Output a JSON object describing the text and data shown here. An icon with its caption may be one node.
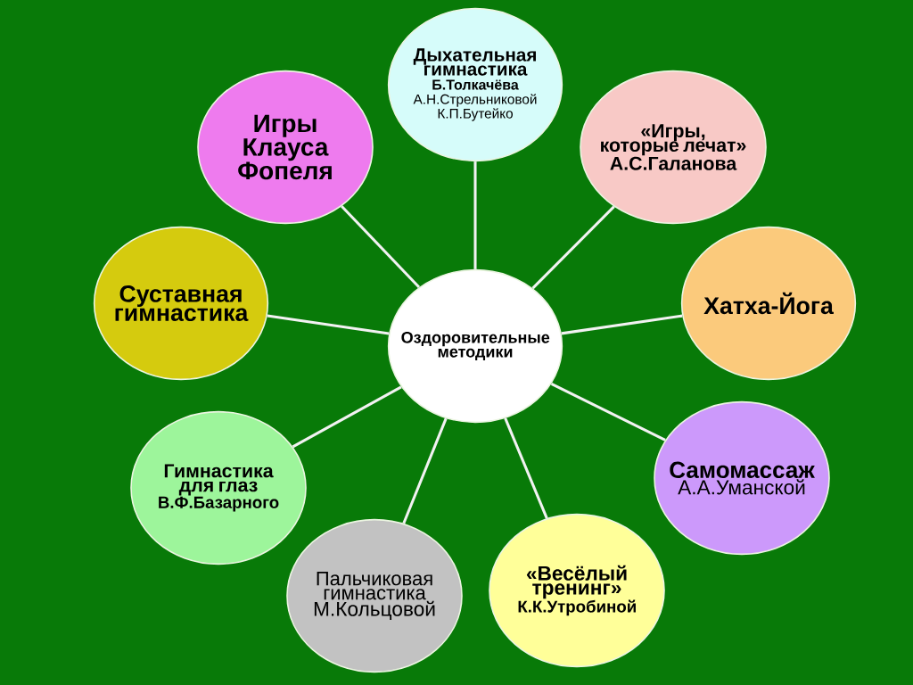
{
  "diagram": {
    "nodes": [
      {
        "text": [
          "Оздоровительные методики"
        ]
      },
      {
        "text": [
          "Дыхательная гимнастика",
          "Б.Толкачёва",
          "А.Н.Стрельниковой К.П.Бутейко"
        ]
      },
      {
        "text": [
          "Игры Клауса Фопеля"
        ]
      },
      {
        "text": [
          "«Игры, которые лечат»",
          "А.С.Галанова"
        ]
      },
      {
        "text": [
          "Суставная гимнастика"
        ]
      },
      {
        "text": [
          "Хатха-Йога"
        ]
      },
      {
        "text": [
          "Гимнастика для глаз",
          "В.Ф.Базарного"
        ]
      },
      {
        "text": [
          "Самомассаж",
          "А.А.Уманской"
        ]
      },
      {
        "text": [
          "Пальчиковая гимнастика",
          "М.Кольцовой"
        ]
      },
      {
        "text": [
          "«Весёлый тренинг»",
          "К.К.Утробиной"
        ]
      }
    ],
    "edges": [
      {
        "from": 0,
        "to": 1,
        "arrow": "none"
      },
      {
        "from": 0,
        "to": 2,
        "arrow": "none"
      },
      {
        "from": 0,
        "to": 3,
        "arrow": "none"
      },
      {
        "from": 0,
        "to": 4,
        "arrow": "none"
      },
      {
        "from": 0,
        "to": 5,
        "arrow": "none"
      },
      {
        "from": 0,
        "to": 6,
        "arrow": "none"
      },
      {
        "from": 0,
        "to": 7,
        "arrow": "none"
      },
      {
        "from": 0,
        "to": 8,
        "arrow": "none"
      },
      {
        "from": 0,
        "to": 9,
        "arrow": "none"
      }
    ]
  }
}
